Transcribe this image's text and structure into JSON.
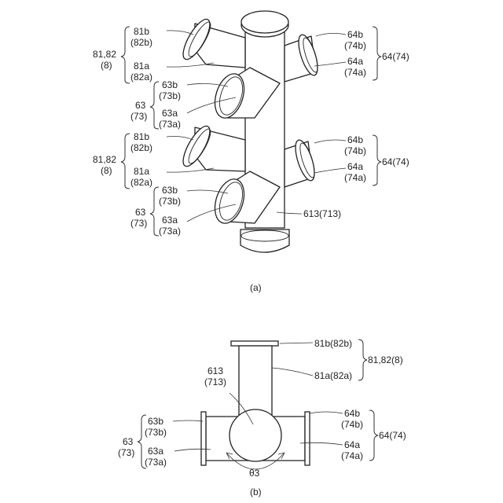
{
  "figure_a": {
    "caption": "(a)",
    "upper": {
      "l81b": "81b",
      "l82b": "(82b)",
      "l81a": "81a",
      "l82a": "(82a)",
      "l8182": "81,82",
      "l8": "(8)",
      "r64b": "64b",
      "r74b": "(74b)",
      "r64a": "64a",
      "r74a": "(74a)",
      "r6474": "64(74)",
      "l63b": "63b",
      "l73b": "(73b)",
      "l63a": "63a",
      "l73a": "(73a)",
      "l63": "63",
      "l73": "(73)"
    },
    "lower": {
      "l81b": "81b",
      "l82b": "(82b)",
      "l81a": "81a",
      "l82a": "(82a)",
      "l8182": "81,82",
      "l8": "(8)",
      "r64b": "64b",
      "r74b": "(74b)",
      "r64a": "64a",
      "r74a": "(74a)",
      "r6474": "64(74)",
      "l63b": "63b",
      "l73b": "(73b)",
      "l63a": "63a",
      "l73a": "(73a)",
      "l63": "63",
      "l73": "(73)"
    },
    "pipe_label": "613(713)"
  },
  "figure_b": {
    "caption": "(b)",
    "top_flange_label": "81b(82b)",
    "top_pipe_label": "81a(82a)",
    "group_label": "81,82(8)",
    "center_label_1": "613",
    "center_label_2": "(713)",
    "left": {
      "l63b": "63b",
      "l73b": "(73b)",
      "l63a": "63a",
      "l73a": "(73a)",
      "l63": "63",
      "l73": "(73)"
    },
    "right": {
      "r64b": "64b",
      "r74b": "(74b)",
      "r64a": "64a",
      "r74a": "(74a)",
      "r6474": "64(74)"
    },
    "angle_label": "θ3"
  }
}
